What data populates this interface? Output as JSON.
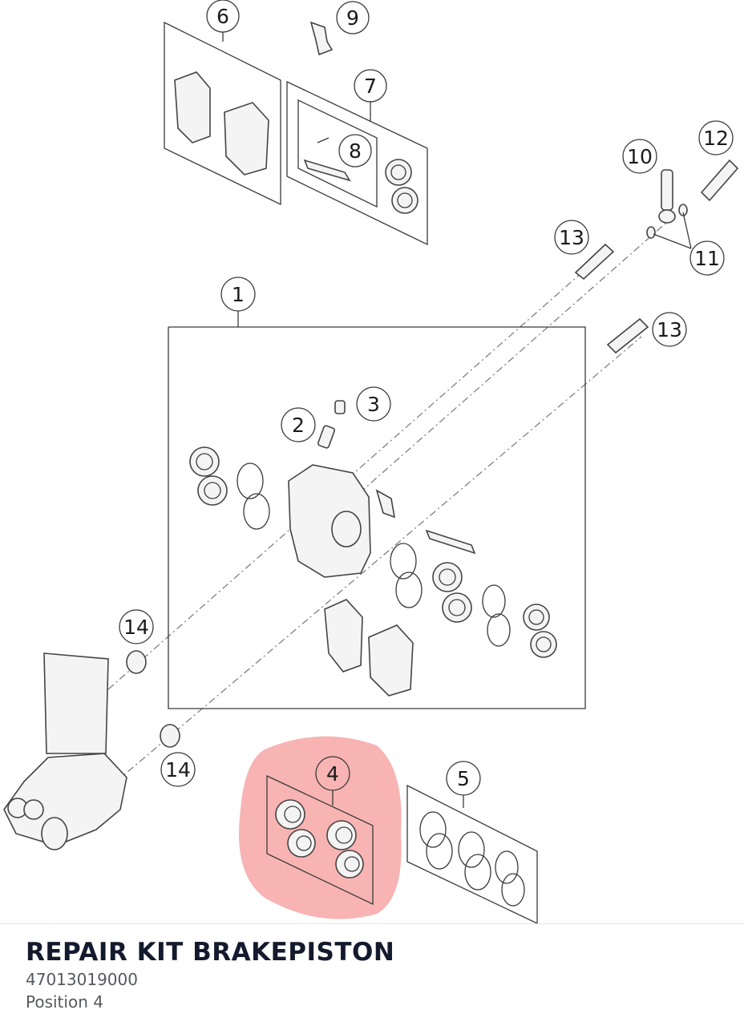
{
  "part": {
    "title": "REPAIR KIT BRAKEPISTON",
    "number": "47013019000",
    "position": "Position 4"
  },
  "callouts": [
    {
      "id": "1",
      "label": "1"
    },
    {
      "id": "2",
      "label": "2"
    },
    {
      "id": "3",
      "label": "3"
    },
    {
      "id": "4",
      "label": "4"
    },
    {
      "id": "5",
      "label": "5"
    },
    {
      "id": "6",
      "label": "6"
    },
    {
      "id": "7",
      "label": "7"
    },
    {
      "id": "8",
      "label": "8"
    },
    {
      "id": "9",
      "label": "9"
    },
    {
      "id": "10",
      "label": "10"
    },
    {
      "id": "11",
      "label": "11"
    },
    {
      "id": "12",
      "label": "12"
    },
    {
      "id": "13a",
      "label": "13"
    },
    {
      "id": "13b",
      "label": "13"
    },
    {
      "id": "14a",
      "label": "14"
    },
    {
      "id": "14b",
      "label": "14"
    }
  ],
  "highlight": {
    "callout": "4",
    "color": "#f7a6a6"
  }
}
